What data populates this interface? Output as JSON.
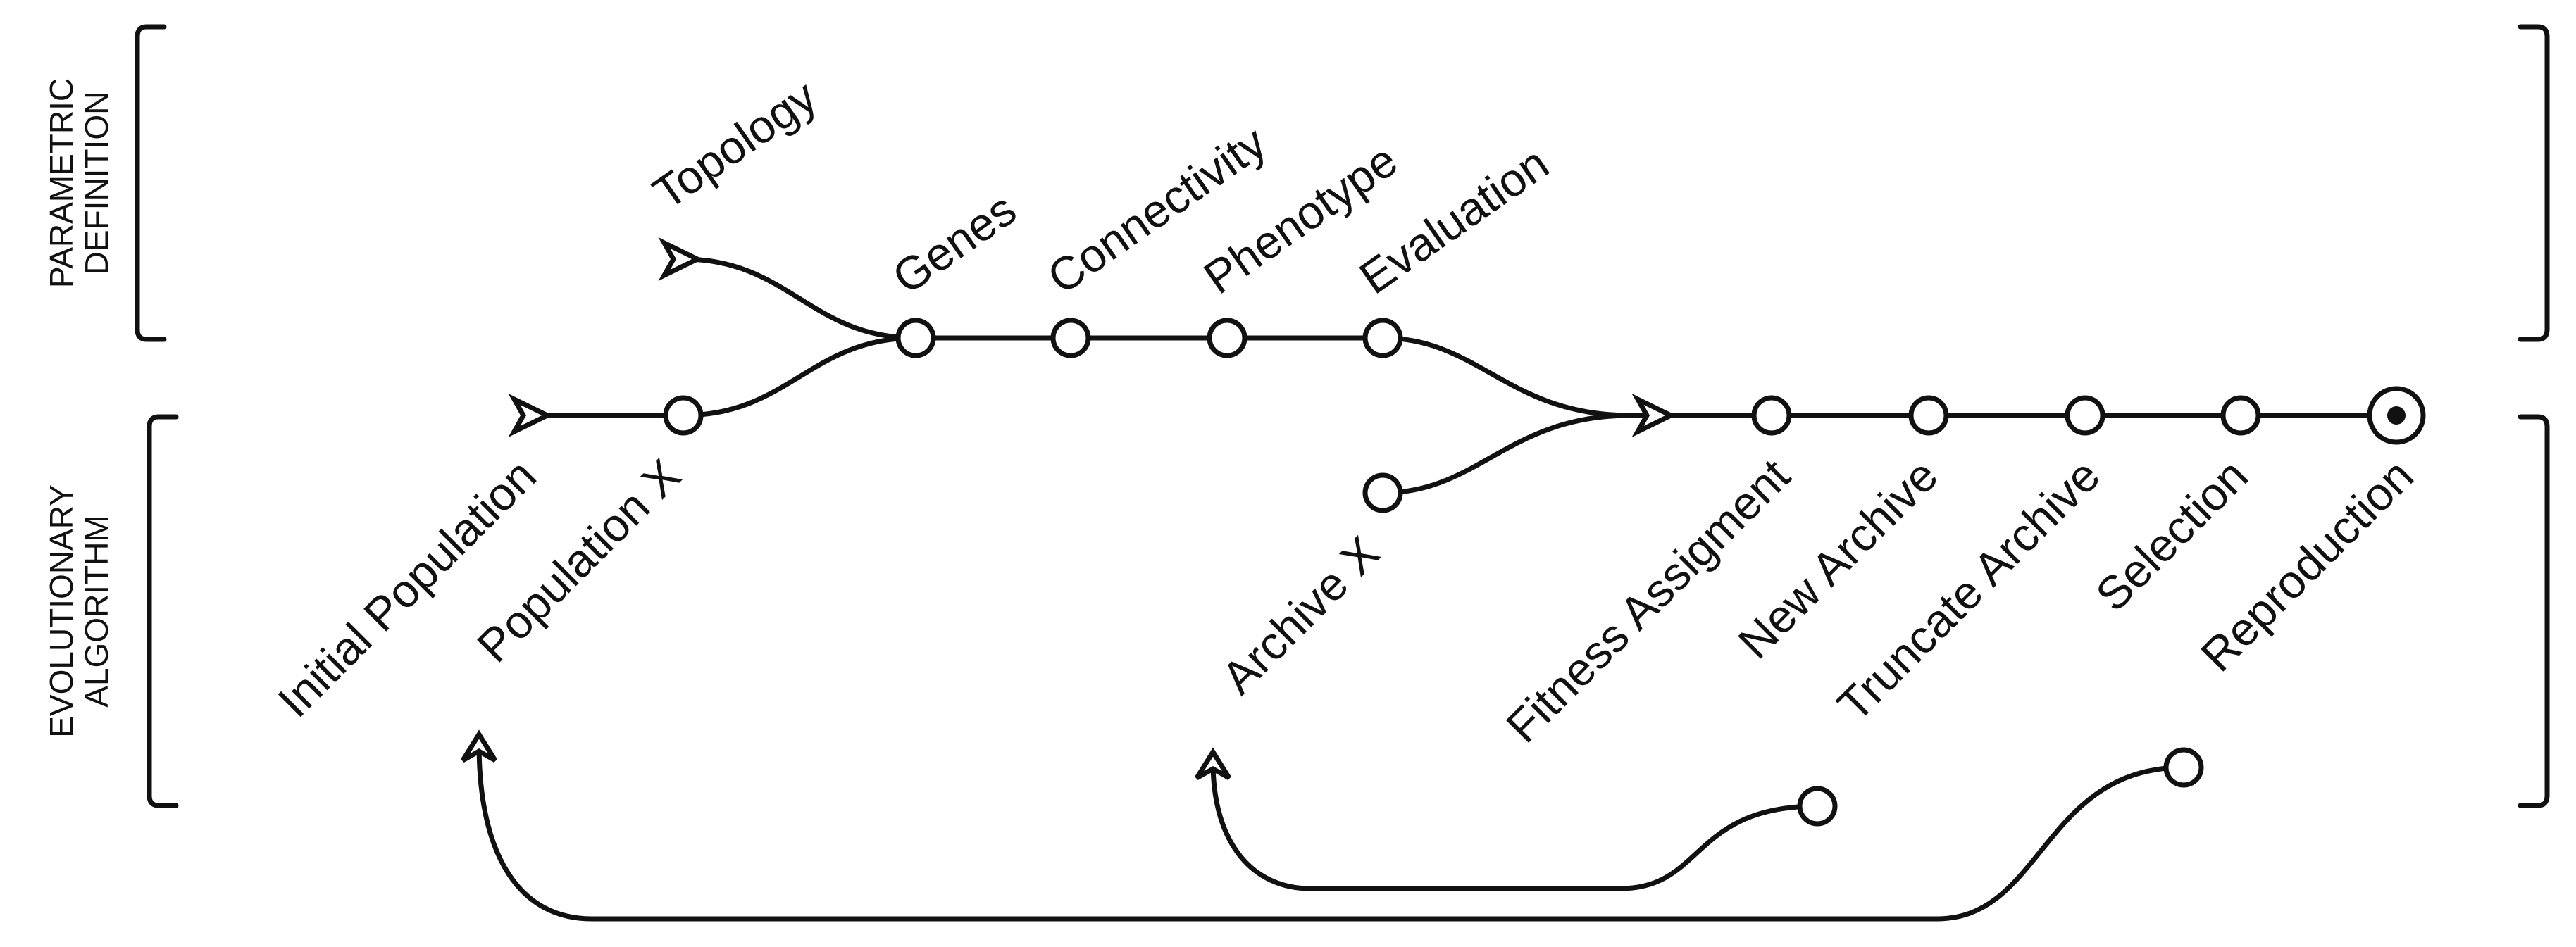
{
  "sections": {
    "parametric": {
      "line1": "PARAMETRIC",
      "line2": "DEFINITION"
    },
    "evolutionary": {
      "line1": "EVOLUTIONARY",
      "line2": "ALGORITHM"
    }
  },
  "labels": {
    "topology": "Topology",
    "genes": "Genes",
    "connectivity": "Connectivity",
    "phenotype": "Phenotype",
    "evaluation": "Evaluation",
    "initial_population": "Initial Population",
    "population_x": "Population X",
    "archive_x": "Archive X",
    "fitness_assignment": "Fitness Assigment",
    "new_archive": "New Archive",
    "truncate_archive": "Truncate Archive",
    "selection": "Selection",
    "reproduction": "Reproduction"
  }
}
